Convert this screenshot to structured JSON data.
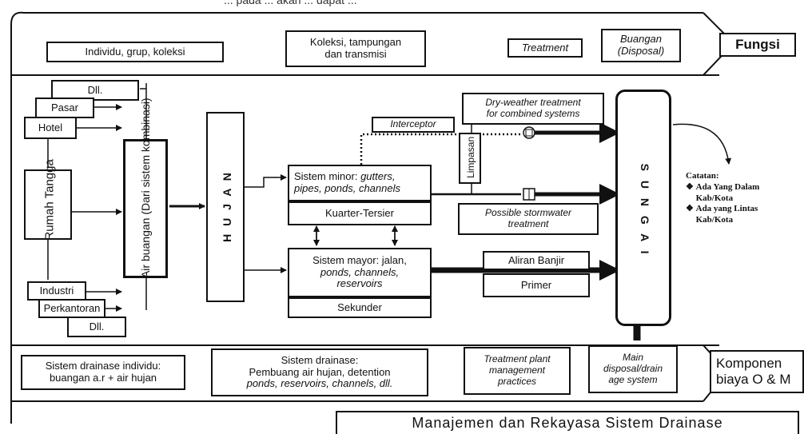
{
  "top_caption": "... pada ... akan ... dapat ...",
  "top_row": {
    "individu": "Individu, grup, koleksi",
    "koleksi_line1": "Koleksi, tampungan",
    "koleksi_line2": "dan transmisi",
    "treatment": "Treatment",
    "buangan_line1": "Buangan",
    "buangan_line2": "(Disposal)",
    "fungsi": "Fungsi"
  },
  "sources": {
    "dll_top": "Dll.",
    "pasar": "Pasar",
    "hotel": "Hotel",
    "rumah_tangga": "Rumah Tangga",
    "industri": "Industri",
    "perkantoran": "Perkantoran",
    "dll_bottom": "Dll."
  },
  "air_buangan": "Air buangan (Dari sistem kombinasi)",
  "hujan": "H U J A N",
  "sistem_minor": {
    "line1_normal": "Sistem minor: ",
    "line1_italic": "gutters,",
    "line2": "pipes, ponds, channels"
  },
  "kuarter_tersier": "Kuarter-Tersier",
  "sistem_mayor": {
    "line1": "Sistem mayor: jalan,",
    "line2": "ponds, channels,",
    "line3": "reservoirs"
  },
  "sekunder": "Sekunder",
  "interceptor": "Interceptor",
  "dry_weather_line1": "Dry-weather treatment",
  "dry_weather_line2": "for combined systems",
  "limpasan": "Limpasan",
  "possible_line1": "Possible stormwater",
  "possible_line2": "treatment",
  "aliran_banjir": "Aliran Banjir",
  "primer": "Primer",
  "sungai": "S U N G A I",
  "catatan": {
    "title": "Catatan:",
    "item1_line1": "Ada Yang Dalam",
    "item1_line2": "Kab/Kota",
    "item2_line1": "Ada yang Lintas",
    "item2_line2": "Kab/Kota"
  },
  "bottom_row": {
    "individu_line1": "Sistem drainase individu:",
    "individu_line2": "buangan a.r + air hujan",
    "drainase_line1": "Sistem drainase:",
    "drainase_line2": "Pembuang air hujan, detention",
    "drainase_line3": "ponds, reservoirs, channels, dll.",
    "treatment_line1": "Treatment plant",
    "treatment_line2": "management",
    "treatment_line3": "practices",
    "main_line1": "Main",
    "main_line2": "disposal/drain",
    "main_line3": "age system",
    "komponen_line1": "Komponen",
    "komponen_line2": "biaya O & M"
  },
  "footer_title": "Manajemen dan Rekayasa Sistem Drainase"
}
